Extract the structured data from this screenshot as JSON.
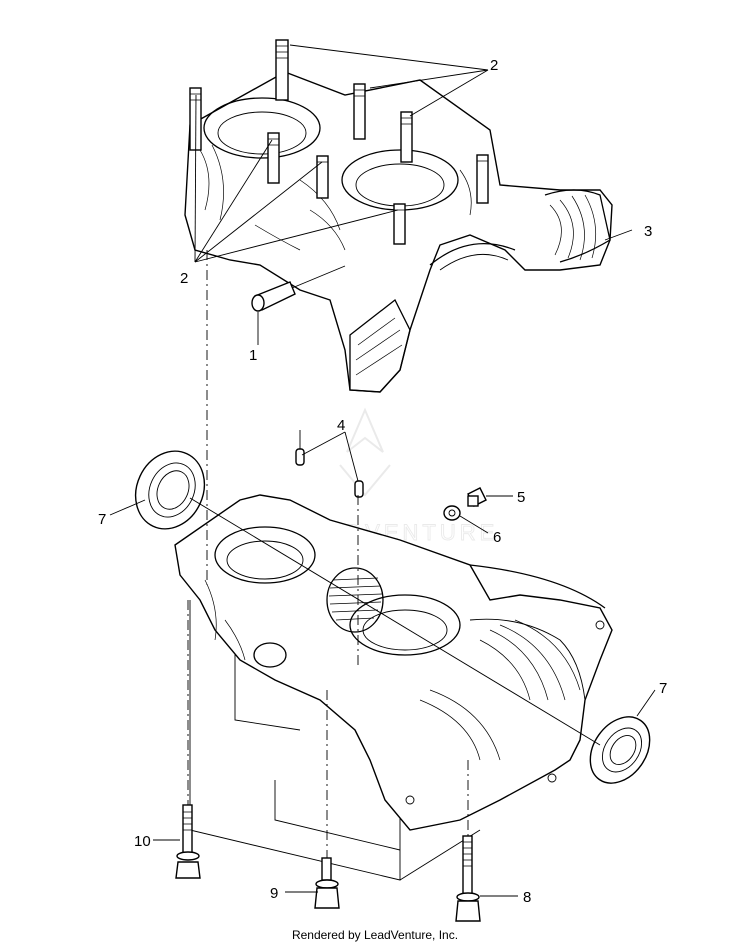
{
  "diagram": {
    "type": "exploded-parts-view",
    "callouts": [
      {
        "id": "c2a",
        "text": "2"
      },
      {
        "id": "c2b",
        "text": "2"
      },
      {
        "id": "c3",
        "text": "3"
      },
      {
        "id": "c1",
        "text": "1"
      },
      {
        "id": "c4",
        "text": "4"
      },
      {
        "id": "c5",
        "text": "5"
      },
      {
        "id": "c6",
        "text": "6"
      },
      {
        "id": "c7a",
        "text": "7"
      },
      {
        "id": "c7b",
        "text": "7"
      },
      {
        "id": "c10",
        "text": "10"
      },
      {
        "id": "c9",
        "text": "9"
      },
      {
        "id": "c8",
        "text": "8"
      }
    ],
    "watermark": "LEADVENTURE"
  },
  "footer": {
    "text": "Rendered by LeadVenture, Inc."
  }
}
